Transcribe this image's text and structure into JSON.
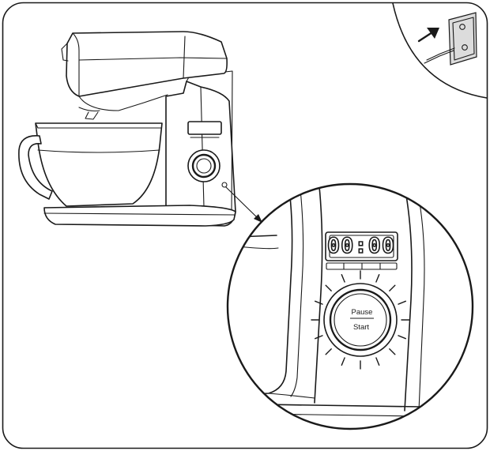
{
  "display": {
    "time": "00:00"
  },
  "knob": {
    "top_label": "Pause",
    "bottom_label": "Start"
  },
  "colors": {
    "line": "#1a1a1a",
    "background": "#ffffff",
    "socket": "#dcdcdc"
  },
  "icons": [
    "power-socket-icon",
    "plug-arrow-icon"
  ]
}
